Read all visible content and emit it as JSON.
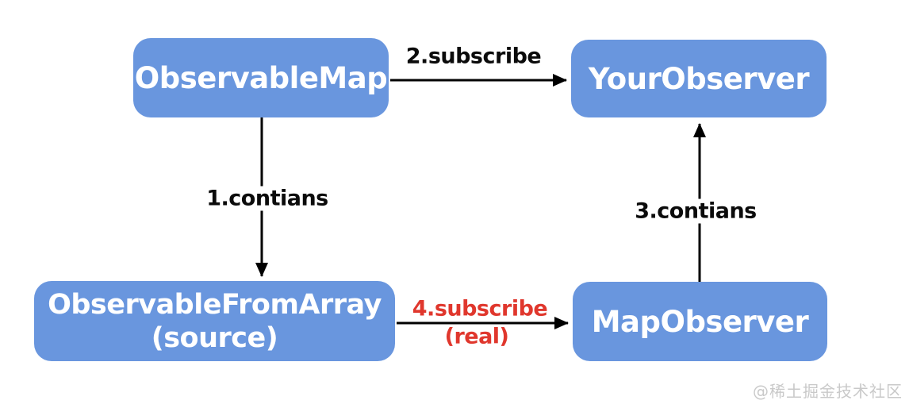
{
  "colors": {
    "node_fill": "#6996de",
    "node_text": "#ffffff",
    "arrow": "#000000",
    "label_text": "#0b0b0b",
    "highlight_label_text": "#e0372d",
    "watermark_text": "#c9c9c9",
    "background": "#ffffff"
  },
  "diagram": {
    "nodes": [
      {
        "id": "observable-map",
        "label": "ObservableMap"
      },
      {
        "id": "your-observer",
        "label": "YourObserver"
      },
      {
        "id": "observable-from-array",
        "label_line1": "ObservableFromArray",
        "label_line2": "(source)"
      },
      {
        "id": "map-observer",
        "label": "MapObserver"
      }
    ],
    "edges": [
      {
        "id": "subscribe",
        "label": "2.subscribe",
        "from": "ObservableMap",
        "to": "YourObserver",
        "direction": "right",
        "color": "black-label"
      },
      {
        "id": "contains-1",
        "label": "1.contians",
        "from": "ObservableMap",
        "to": "ObservableFromArray",
        "direction": "down",
        "color": "black-label"
      },
      {
        "id": "contains-3",
        "label": "3.contians",
        "from": "MapObserver",
        "to": "YourObserver",
        "direction": "up",
        "color": "black-label"
      },
      {
        "id": "subscribe-real",
        "label_line1": "4.subscribe",
        "label_line2": "(real)",
        "from": "ObservableFromArray",
        "to": "MapObserver",
        "direction": "right",
        "color": "red-label"
      }
    ]
  },
  "watermark": {
    "text": "@稀土掘金技术社区"
  }
}
